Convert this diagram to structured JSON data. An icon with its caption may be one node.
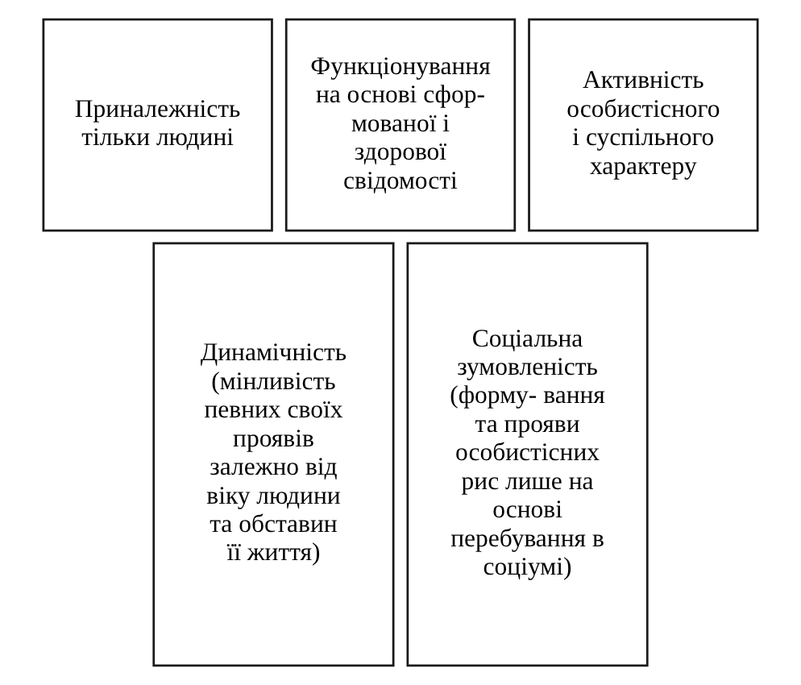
{
  "diagram": {
    "nodes": [
      {
        "text": [
          "Приналежність тільки людині"
        ]
      },
      {
        "text": [
          "Функціонування на основі сфор- мованої і здорової свідомості"
        ]
      },
      {
        "text": [
          "Активність особистісного і суспільного характеру"
        ]
      },
      {
        "text": [
          "Динамічність (мінливість певних своїх проявів залежно від віку людини та обставин її життя)"
        ]
      },
      {
        "text": [
          "Соціальна зумовленість (форму- вання та прояви особистісних рис лише на основі перебування в соціумі)"
        ]
      }
    ]
  }
}
